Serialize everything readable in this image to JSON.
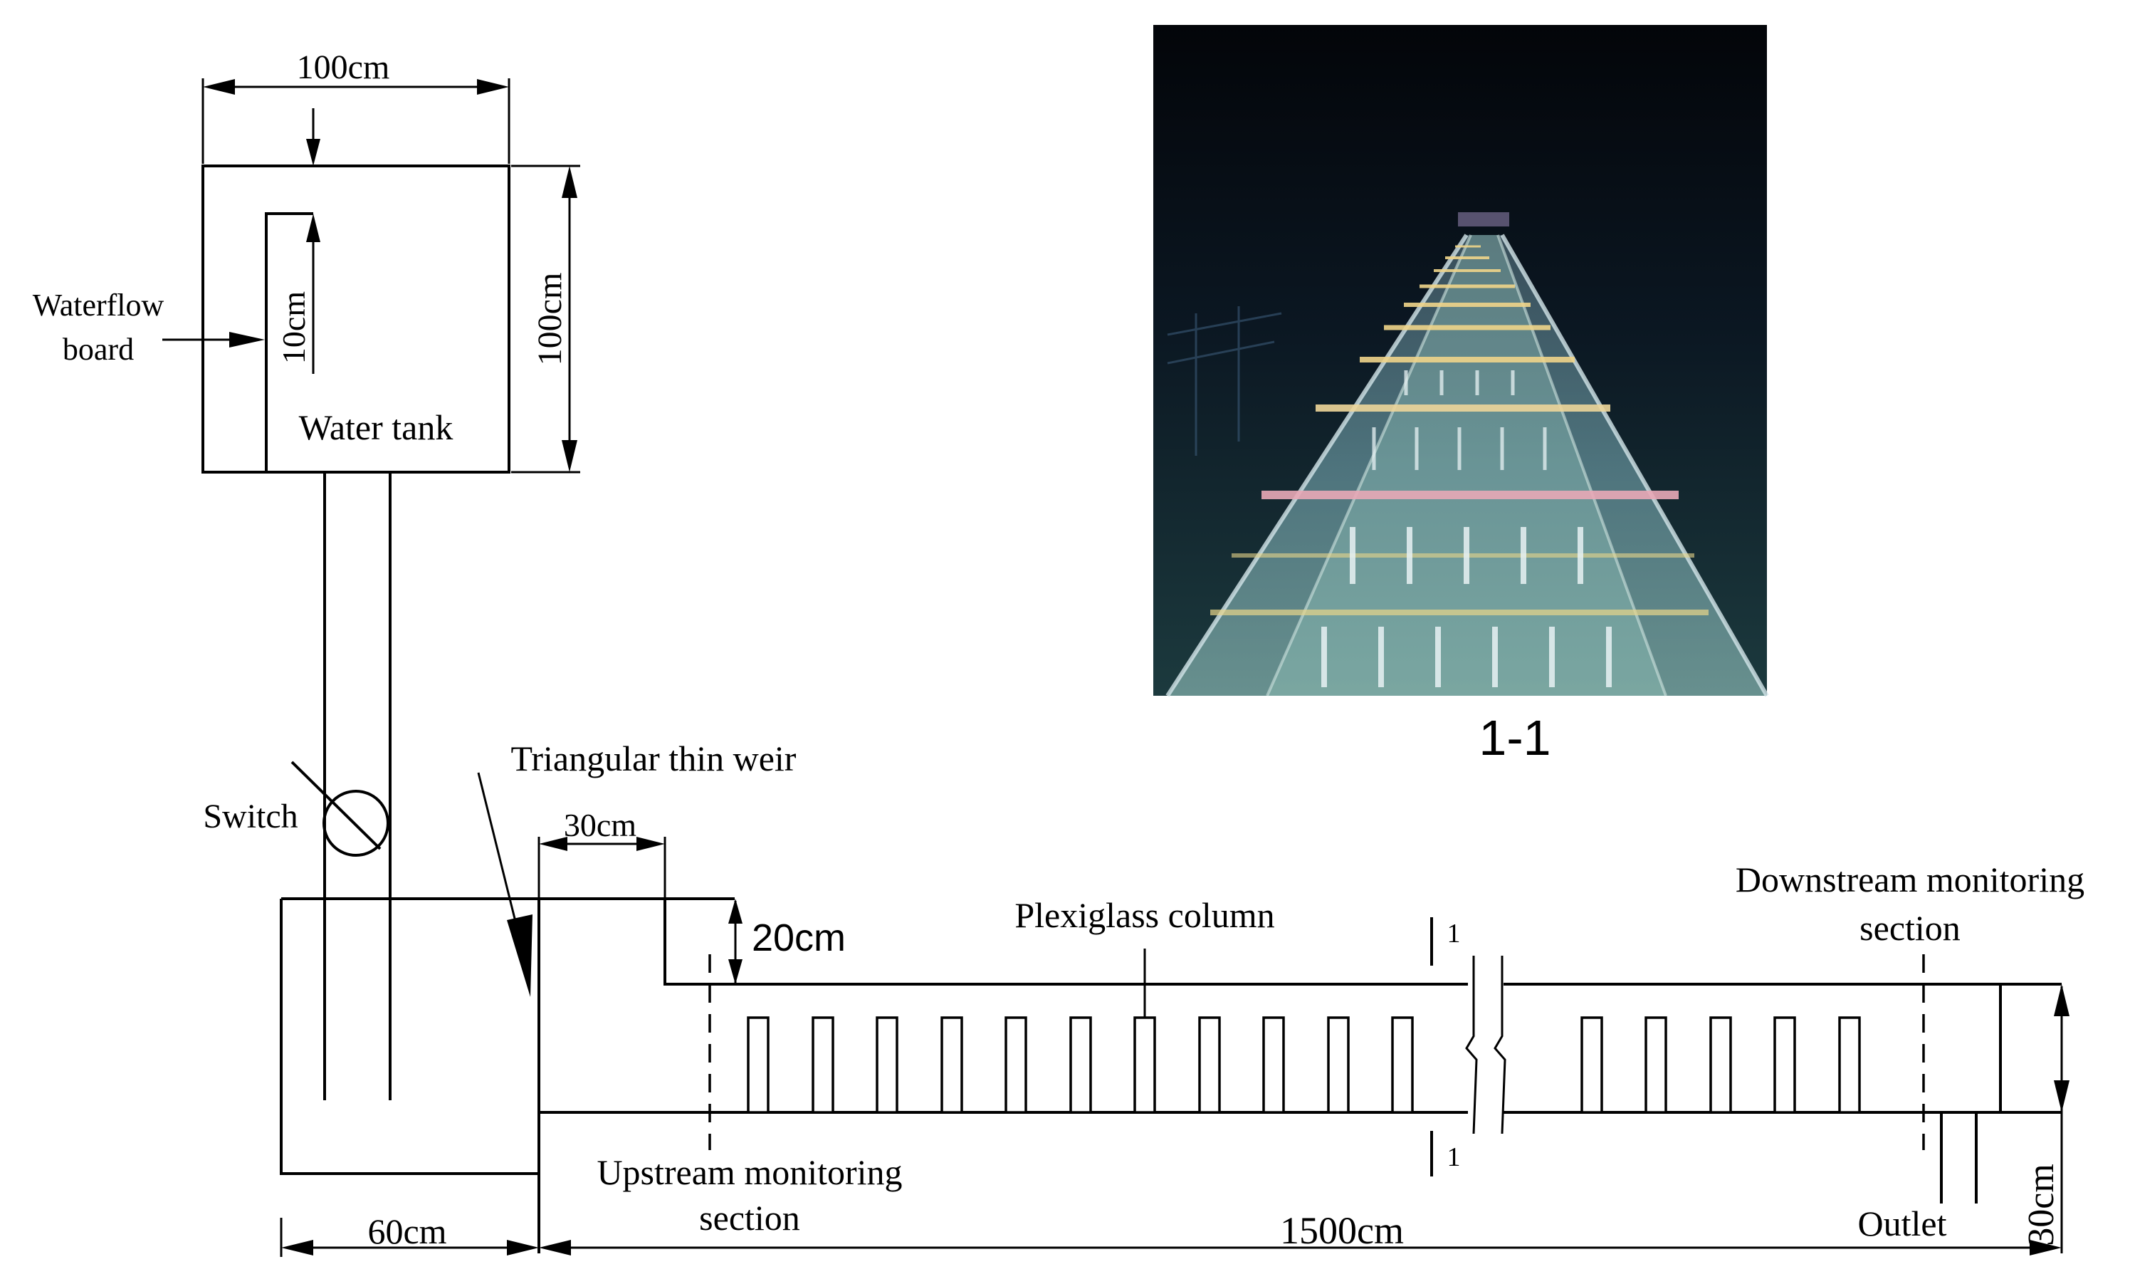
{
  "labels": {
    "tank_width": "100cm",
    "tank_height": "100cm",
    "board_gap": "10cm",
    "waterflow_board_line1": "Waterflow",
    "waterflow_board_line2": "board",
    "water_tank": "Water tank",
    "switch": "Switch",
    "triangular_weir": "Triangular thin weir",
    "step_width": "30cm",
    "step_height": "20cm",
    "plexiglass_column": "Plexiglass column",
    "section_mark_top": "1",
    "section_mark_bottom": "1",
    "downstream_line1": "Downstream monitoring",
    "downstream_line2": "section",
    "upstream_line1": "Upstream monitoring",
    "upstream_line2": "section",
    "outlet": "Outlet",
    "basin_width": "60cm",
    "channel_length": "1500cm",
    "channel_height": "30cm",
    "photo_caption": "1-1"
  },
  "photo": {
    "description_icon": "flume-photo",
    "colors": {
      "background": "#05080f",
      "glass": "#6fa2b4",
      "rails": "#e8d68a",
      "rail_pink": "#e9a9b7"
    }
  }
}
